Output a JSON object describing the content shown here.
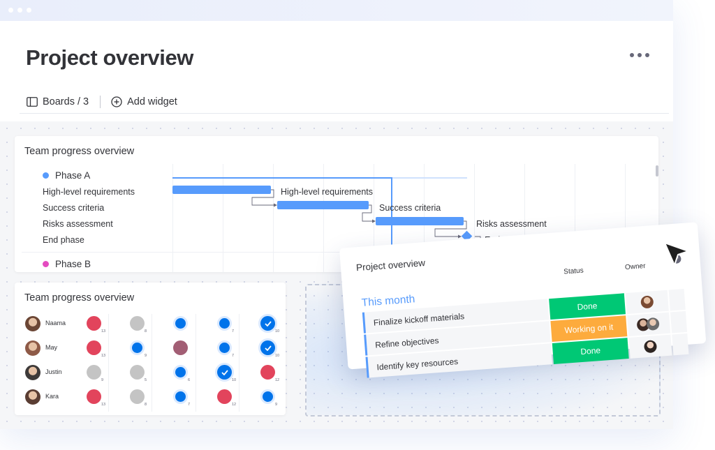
{
  "page": {
    "title": "Project overview"
  },
  "toolbar": {
    "boards_label": "Boards / 3",
    "add_widget_label": "Add widget"
  },
  "gantt": {
    "title": "Team progress overview",
    "phase_a": {
      "label": "Phase A",
      "color": "#579bfc"
    },
    "phase_b": {
      "label": "Phase B",
      "color": "#e2445c"
    },
    "tasks": [
      {
        "label": "High-level requirements"
      },
      {
        "label": "Success criteria"
      },
      {
        "label": "Risks assessment"
      },
      {
        "label": "End phase"
      }
    ]
  },
  "team": {
    "title": "Team progress overview",
    "rows": [
      {
        "name": "Naama",
        "cells": [
          {
            "color": "#e2445c",
            "icon": "none",
            "count": "13"
          },
          {
            "color": "#c4c4c4",
            "icon": "none",
            "count": "8"
          },
          {
            "color": "#0073ea",
            "icon": "none",
            "count": ""
          },
          {
            "color": "#0073ea",
            "icon": "none",
            "count": "7"
          },
          {
            "color": "#0073ea",
            "icon": "check-icon",
            "count": "10"
          }
        ]
      },
      {
        "name": "May",
        "cells": [
          {
            "color": "#e2445c",
            "icon": "none",
            "count": "13"
          },
          {
            "color": "#0073ea",
            "icon": "none",
            "count": "9"
          },
          {
            "color": "#a25e74",
            "icon": "none",
            "count": ""
          },
          {
            "color": "#0073ea",
            "icon": "none",
            "count": "7"
          },
          {
            "color": "#0073ea",
            "icon": "check-icon",
            "count": "10"
          }
        ]
      },
      {
        "name": "Justin",
        "cells": [
          {
            "color": "#c4c4c4",
            "icon": "none",
            "count": "9"
          },
          {
            "color": "#c4c4c4",
            "icon": "none",
            "count": "5"
          },
          {
            "color": "#0073ea",
            "icon": "none",
            "count": "6"
          },
          {
            "color": "#0073ea",
            "icon": "check-icon",
            "count": "10"
          },
          {
            "color": "#e2445c",
            "icon": "none",
            "count": "12"
          }
        ]
      },
      {
        "name": "Kara",
        "cells": [
          {
            "color": "#e2445c",
            "icon": "none",
            "count": "13"
          },
          {
            "color": "#c4c4c4",
            "icon": "none",
            "count": "8"
          },
          {
            "color": "#0073ea",
            "icon": "none",
            "count": "7"
          },
          {
            "color": "#e2445c",
            "icon": "none",
            "count": "12"
          },
          {
            "color": "#0073ea",
            "icon": "none",
            "count": "9"
          }
        ]
      }
    ]
  },
  "card": {
    "title": "Project overview",
    "status_header": "Status",
    "owner_header": "Owner",
    "group_label": "This month",
    "rows": [
      {
        "task": "Finalize kickoff materials",
        "status": "Done",
        "status_color": "#00c875",
        "owners": 1
      },
      {
        "task": "Refine objectives",
        "status": "Working on it",
        "status_color": "#fdab3d",
        "owners": 2
      },
      {
        "task": "Identify key resources",
        "status": "Done",
        "status_color": "#00c875",
        "owners": 1
      }
    ]
  },
  "colors": {
    "accent": "#579bfc",
    "primary": "#0073ea",
    "done": "#00c875",
    "working": "#fdab3d",
    "stuck": "#e2445c"
  }
}
